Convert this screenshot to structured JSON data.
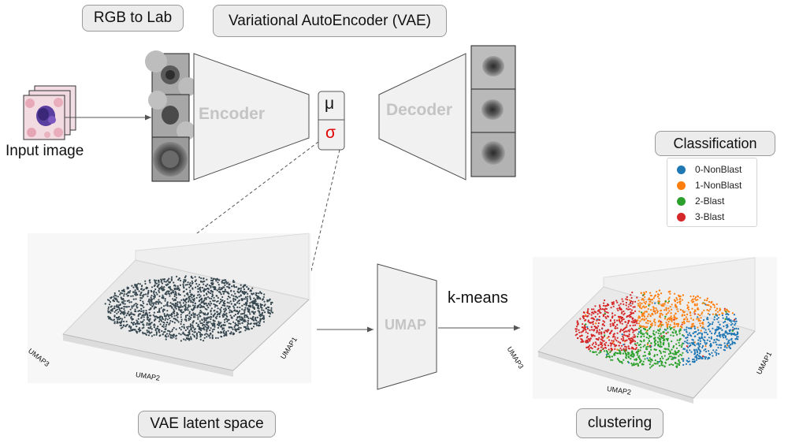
{
  "steps": {
    "rgb_to_lab": "RGB to Lab",
    "vae": "Variational AutoEncoder (VAE)",
    "latent_space": "VAE latent space",
    "clustering": "clustering",
    "classification": "Classification"
  },
  "blocks": {
    "encoder": "Encoder",
    "decoder": "Decoder",
    "umap": "UMAP"
  },
  "latent": {
    "mu": "μ",
    "sigma": "σ"
  },
  "labels": {
    "input_image": "Input image",
    "kmeans": "k-means"
  },
  "axes": {
    "left": {
      "umap3": "UMAP3",
      "umap2": "UMAP2",
      "umap1": "UMAP1"
    },
    "right": {
      "umap3": "UMAP3",
      "umap2": "UMAP2",
      "umap1": "UMAP1"
    }
  },
  "legend": [
    {
      "label": "0-NonBlast",
      "color": "#1f77b4"
    },
    {
      "label": "1-NonBlast",
      "color": "#ff7f0e"
    },
    {
      "label": "2-Blast",
      "color": "#2ca02c"
    },
    {
      "label": "3-Blast",
      "color": "#d62728"
    }
  ],
  "colors": {
    "latent_points": "#37474f",
    "block_text": "#c4c4c4",
    "sigma": "#e00000"
  }
}
